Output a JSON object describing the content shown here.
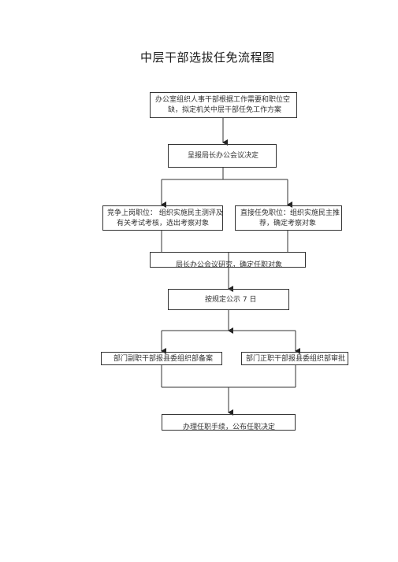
{
  "title": "中层干部选拔任免流程图",
  "nodes": {
    "n1_line1": "办公室组织人事干部根据工作需要和职位空",
    "n1_line2": "缺，拟定机关中层干部任免工作方案",
    "n2": "呈报局长办公会议决定",
    "n3_line1": "竞争上岗职位：  组织实施民主测评及",
    "n3_line2": "有关考试考核，选出考察对象",
    "n4_line1": "直接任免职位：组织实施民主推",
    "n4_line2": "荐，确定考察对象",
    "n5": "局长办公会议研究，确定任职对象",
    "n6": "按规定公示    7 日",
    "n7": "部门副职干部报县委组织部备案",
    "n8": "部门正职干部报县委组织部审批",
    "n9": "办理任职手续，公布任职决定"
  }
}
